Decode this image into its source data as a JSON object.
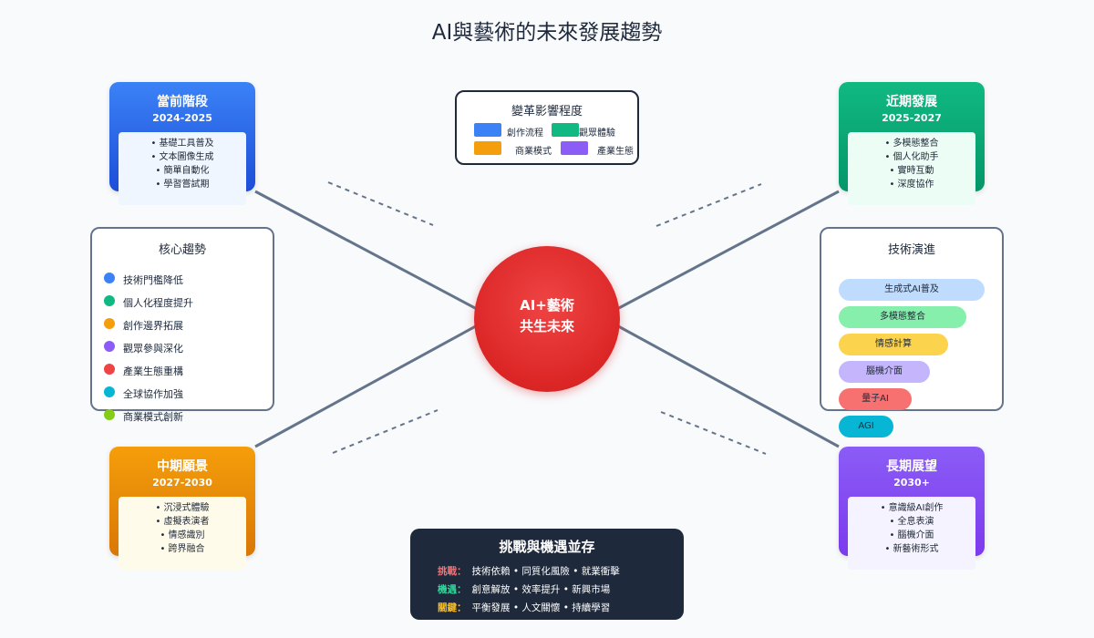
{
  "title": "AI與藝術的未來發展趨勢",
  "center": {
    "line1": "AI+藝術",
    "line2": "共生未來"
  },
  "legend": {
    "title": "變革影響程度",
    "items": [
      {
        "label": "創作流程",
        "color": "#3b82f6"
      },
      {
        "label": "觀眾體驗",
        "color": "#10b981"
      },
      {
        "label": "商業模式",
        "color": "#f59e0b"
      },
      {
        "label": "產業生態",
        "color": "#8b5cf6"
      }
    ]
  },
  "phases": {
    "current": {
      "title": "當前階段",
      "years": "2024-2025",
      "items": [
        "• 基礎工具普及",
        "• 文本圖像生成",
        "• 簡單自動化",
        "• 學習嘗試期"
      ],
      "color": "#2563eb"
    },
    "near": {
      "title": "近期發展",
      "years": "2025-2027",
      "items": [
        "• 多模態整合",
        "• 個人化助手",
        "• 實時互動",
        "• 深度協作"
      ],
      "color": "#10b981"
    },
    "mid": {
      "title": "中期願景",
      "years": "2027-2030",
      "items": [
        "• 沉浸式體驗",
        "• 虛擬表演者",
        "• 情感識別",
        "• 跨界融合"
      ],
      "color": "#f59e0b"
    },
    "long": {
      "title": "長期展望",
      "years": "2030+",
      "items": [
        "• 意識級AI創作",
        "• 全息表演",
        "• 腦機介面",
        "• 新藝術形式"
      ],
      "color": "#8b5cf6"
    }
  },
  "core_trends": {
    "title": "核心趨勢",
    "items": [
      {
        "label": "技術門檻降低",
        "color": "#3b82f6"
      },
      {
        "label": "個人化程度提升",
        "color": "#10b981"
      },
      {
        "label": "創作邊界拓展",
        "color": "#f59e0b"
      },
      {
        "label": "觀眾參與深化",
        "color": "#8b5cf6"
      },
      {
        "label": "產業生態重構",
        "color": "#ef4444"
      },
      {
        "label": "全球協作加強",
        "color": "#06b6d4"
      },
      {
        "label": "商業模式創新",
        "color": "#84cc16"
      }
    ]
  },
  "tech_evolution": {
    "title": "技術演進",
    "items": [
      {
        "label": "生成式AI普及",
        "color": "#bfdbfe"
      },
      {
        "label": "多模態整合",
        "color": "#86efac"
      },
      {
        "label": "情感計算",
        "color": "#fcd34d"
      },
      {
        "label": "腦機介面",
        "color": "#c4b5fd"
      },
      {
        "label": "量子AI",
        "color": "#f87171"
      },
      {
        "label": "AGI",
        "color": "#06b6d4"
      }
    ]
  },
  "challenges": {
    "title": "挑戰與機遇並存",
    "rows": [
      {
        "key": "挑戰：",
        "text": "技術依賴 • 同質化風險 • 就業衝擊",
        "color": "#f87171"
      },
      {
        "key": "機遇：",
        "text": "創意解放 • 效率提升 • 新興市場",
        "color": "#34d399"
      },
      {
        "key": "關鍵：",
        "text": "平衡發展 • 人文關懷 • 持續學習",
        "color": "#fbbf24"
      }
    ]
  }
}
